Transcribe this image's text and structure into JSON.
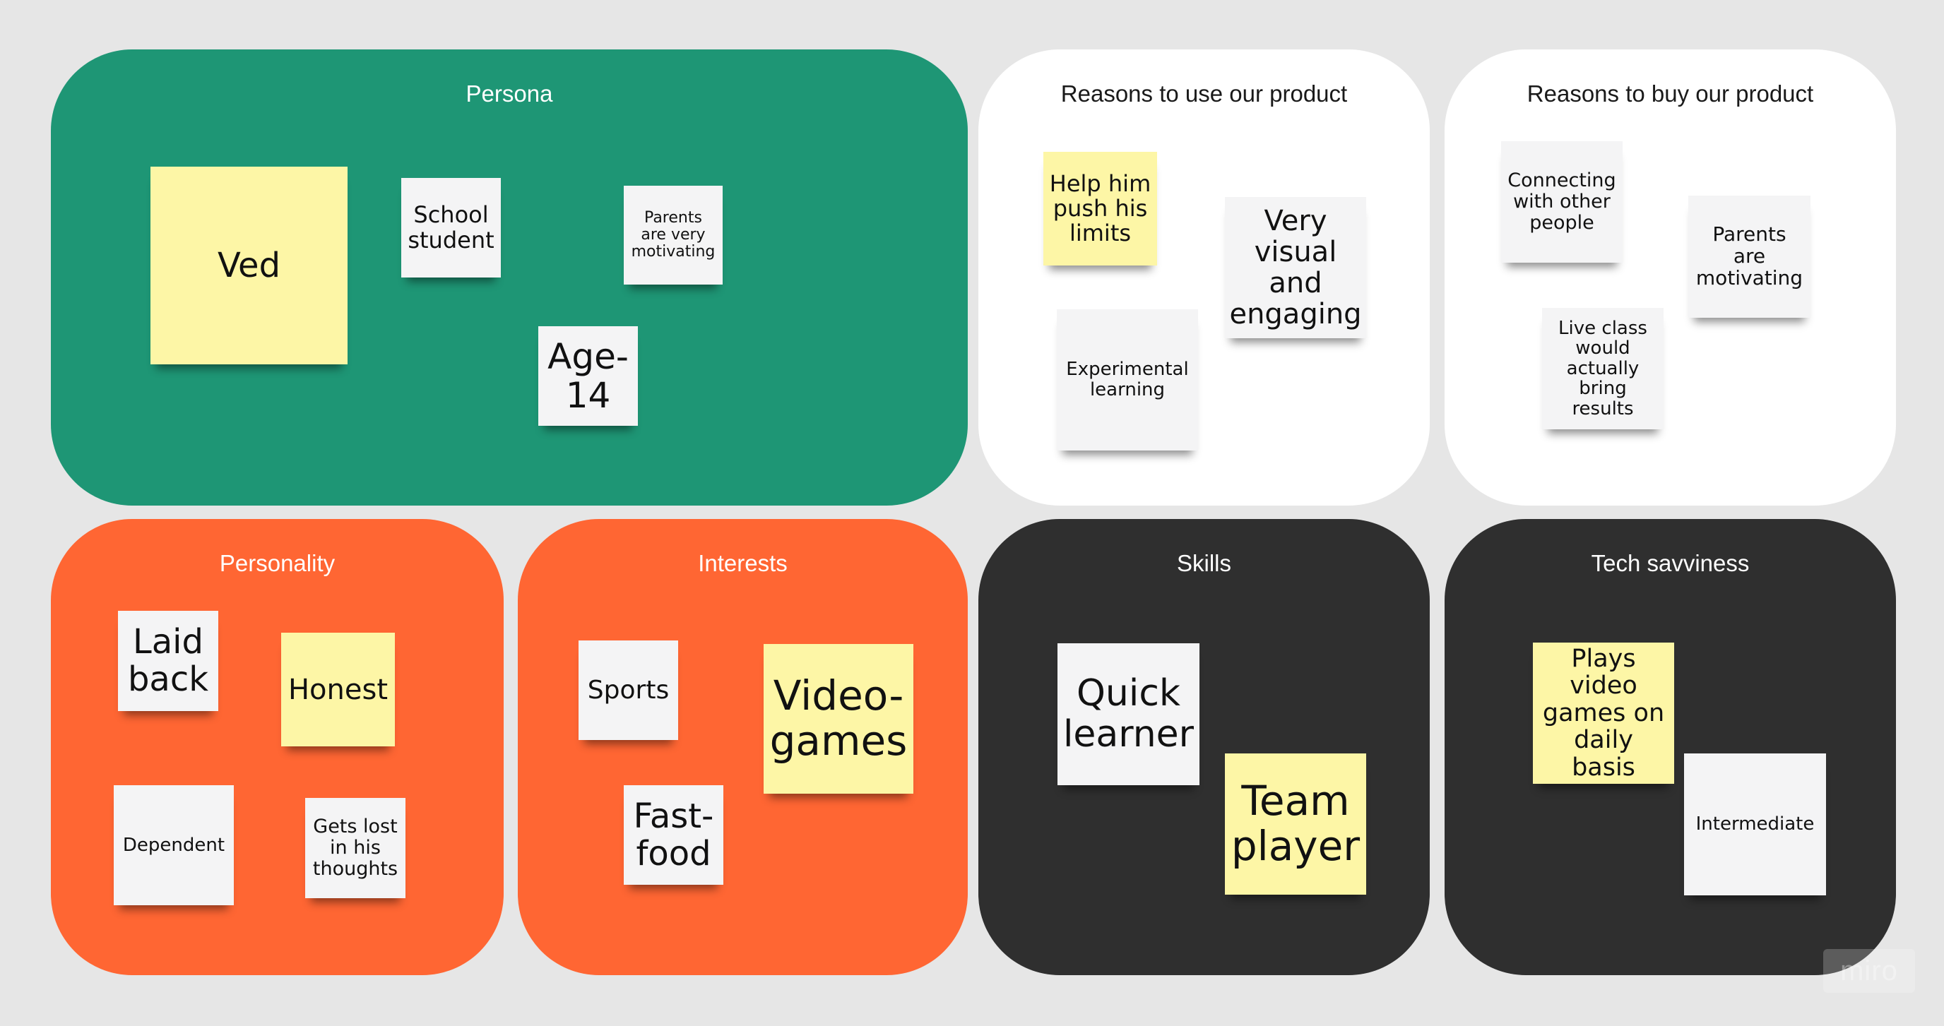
{
  "board": {
    "background_color": "#e6e6e6",
    "logo_text": "miro"
  },
  "frames": {
    "persona": {
      "title": "Persona",
      "color": "#1e9675",
      "notes": {
        "ved": "Ved",
        "school_student": "School\nstudent",
        "parents_motivating": "Parents\nare very\nmotivating",
        "age": "Age-\n14"
      }
    },
    "reasons_use": {
      "title": "Reasons to use our product",
      "color": "#ffffff",
      "notes": {
        "push_limits": "Help him\npush his\nlimits",
        "visual_engaging": "Very\nvisual\nand\nengaging",
        "experimental_learning": "Experimental\nlearning"
      }
    },
    "reasons_buy": {
      "title": "Reasons to buy our product",
      "color": "#ffffff",
      "notes": {
        "connecting_people": "Connecting\nwith other\npeople",
        "parents_are_motivating": "Parents\nare\nmotivating",
        "live_class": "Live class\nwould\nactually\nbring\nresults"
      }
    },
    "personality": {
      "title": "Personality",
      "color": "#ff6633",
      "notes": {
        "laid_back": "Laid\nback",
        "honest": "Honest",
        "dependent": "Dependent",
        "lost_thoughts": "Gets lost\nin his\nthoughts"
      }
    },
    "interests": {
      "title": "Interests",
      "color": "#ff6633",
      "notes": {
        "sports": "Sports",
        "video_games": "Video-\ngames",
        "fast_food": "Fast-\nfood"
      }
    },
    "skills": {
      "title": "Skills",
      "color": "#2f2f2f",
      "notes": {
        "quick_learner": "Quick\nlearner",
        "team_player": "Team\nplayer"
      }
    },
    "tech": {
      "title": "Tech savviness",
      "color": "#2f2f2f",
      "notes": {
        "plays_games": "Plays\nvideo\ngames on\ndaily basis",
        "intermediate": "Intermediate"
      }
    }
  },
  "note_colors": {
    "yellow": "#fdf6a6",
    "white": "#f4f4f5"
  }
}
